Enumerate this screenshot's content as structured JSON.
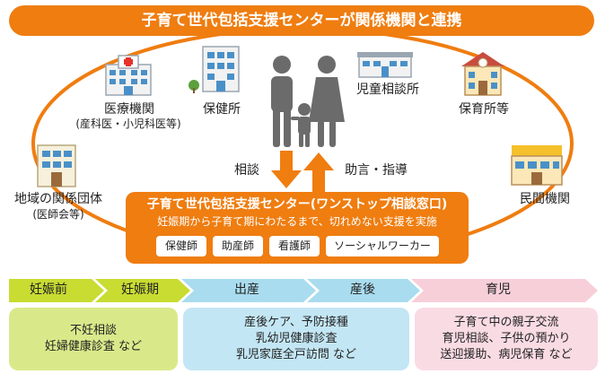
{
  "header": {
    "title": "子育て世代包括支援センターが関係機関と連携"
  },
  "network": {
    "iryo": {
      "label": "医療機関",
      "sub": "(産科医・小児科医等)"
    },
    "hoken": {
      "label": "保健所"
    },
    "jido": {
      "label": "児童相談所"
    },
    "hoiku": {
      "label": "保育所等"
    },
    "chiiki": {
      "label": "地域の関係団体",
      "sub": "(医師会等)"
    },
    "minkan": {
      "label": "民間機関"
    }
  },
  "flow": {
    "down_label": "相談",
    "up_label": "助言・指導"
  },
  "center": {
    "title": "子育て世代包括支援センター(ワンストップ相談窓口)",
    "subtitle": "妊娠期から子育て期にわたるまで、切れめない支援を実施",
    "staff": [
      "保健師",
      "助産師",
      "看護師",
      "ソーシャルワーカー"
    ]
  },
  "stages": [
    "妊娠前",
    "妊娠期",
    "出産",
    "産後",
    "育児"
  ],
  "supports": [
    {
      "lines": [
        "不妊相談",
        "妊婦健康診査 など"
      ]
    },
    {
      "lines": [
        "産後ケア、予防接種",
        "乳幼児健康診査",
        "乳児家庭全戸訪問 など"
      ]
    },
    {
      "lines": [
        "子育て中の親子交流",
        "育児相談、子供の預かり",
        "送迎援助、病児保育 など"
      ]
    }
  ],
  "colors": {
    "accent": "#ef7d10",
    "stage_green": "#c8dc32",
    "stage_blue": "#a9dcef",
    "stage_pink": "#f7cfd9",
    "box_green": "#d9e98a",
    "box_blue": "#c3e6f4",
    "box_pink": "#f9dbe4",
    "family": "#6b6b6b"
  }
}
